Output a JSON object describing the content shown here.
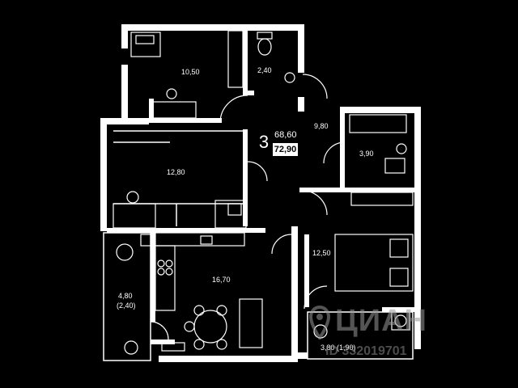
{
  "plan": {
    "rooms_count": "3",
    "area_living": "68,60",
    "area_total": "72,90",
    "rooms": {
      "bedroom_top": "10,50",
      "wc": "2,40",
      "hall": "9,80",
      "bathroom": "3,90",
      "bedroom_left": "12,80",
      "bedroom_right": "12,50",
      "kitchen_living": "16,70",
      "balcony_left": "4,80",
      "balcony_left_sub": "(2,40)",
      "balcony_right": "3,80 (1,90)"
    }
  },
  "watermark": {
    "brand": "ЦИАН",
    "id": "ID 332019701"
  },
  "colors": {
    "background": "#000000",
    "walls": "#ffffff"
  }
}
